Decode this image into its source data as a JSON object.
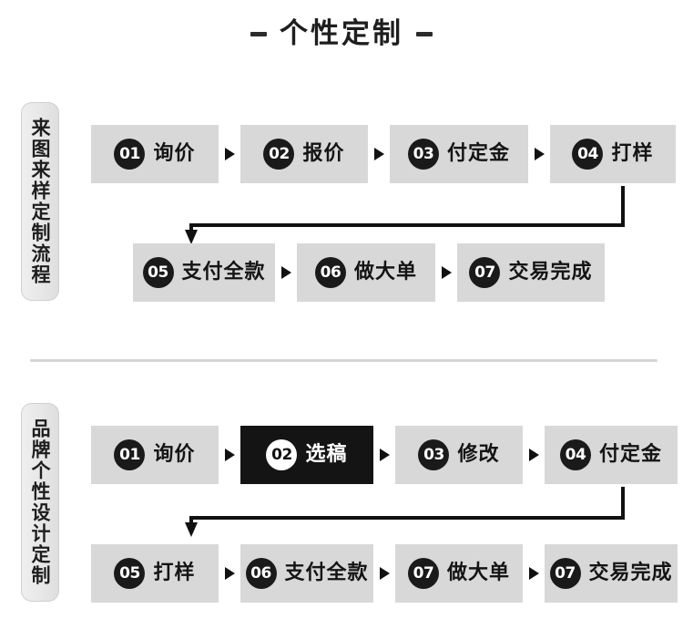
{
  "title": {
    "text": "个性定制",
    "left_dash": "-",
    "right_dash": "-"
  },
  "sections": [
    {
      "side_label": "来图来样定制流程",
      "rows": [
        {
          "steps": [
            {
              "num": "01",
              "label": "询价",
              "highlight": false,
              "width": 140
            },
            {
              "num": "02",
              "label": "报价",
              "highlight": false,
              "width": 140
            },
            {
              "num": "03",
              "label": "付定金",
              "highlight": false,
              "width": 152
            },
            {
              "num": "04",
              "label": "打样",
              "highlight": false,
              "width": 138
            }
          ]
        },
        {
          "steps": [
            {
              "num": "05",
              "label": "支付全款",
              "highlight": false,
              "width": 156
            },
            {
              "num": "06",
              "label": "做大单",
              "highlight": false,
              "width": 152
            },
            {
              "num": "07",
              "label": "交易完成",
              "highlight": false,
              "width": 162
            }
          ]
        }
      ]
    },
    {
      "side_label": "品牌个性设计定制",
      "rows": [
        {
          "steps": [
            {
              "num": "01",
              "label": "询价",
              "highlight": false,
              "width": 140
            },
            {
              "num": "02",
              "label": "选稿",
              "highlight": true,
              "width": 146
            },
            {
              "num": "03",
              "label": "修改",
              "highlight": false,
              "width": 140
            },
            {
              "num": "04",
              "label": "付定金",
              "highlight": false,
              "width": 146
            }
          ]
        },
        {
          "steps": [
            {
              "num": "05",
              "label": "打样",
              "highlight": false,
              "width": 140
            },
            {
              "num": "06",
              "label": "支付全款",
              "highlight": false,
              "width": 146
            },
            {
              "num": "07",
              "label": "做大单",
              "highlight": false,
              "width": 140
            },
            {
              "num": "07",
              "label": "交易完成",
              "highlight": false,
              "width": 146
            }
          ]
        }
      ]
    }
  ],
  "colors": {
    "box_fill": "#d8d8d8",
    "box_fill_dark": "#141414",
    "badge_fill": "#1a1a1a",
    "text": "#141414",
    "connector": "#111111",
    "divider": "#d5d5d5",
    "side_label_fill": "#e9e9e9",
    "background": "#ffffff"
  },
  "connectors": [
    {
      "name": "section-0-elbow",
      "from_step": "04 打样",
      "to_step": "05 支付全款"
    },
    {
      "name": "section-1-elbow",
      "from_step": "04 付定金",
      "to_step": "05 打样"
    }
  ]
}
